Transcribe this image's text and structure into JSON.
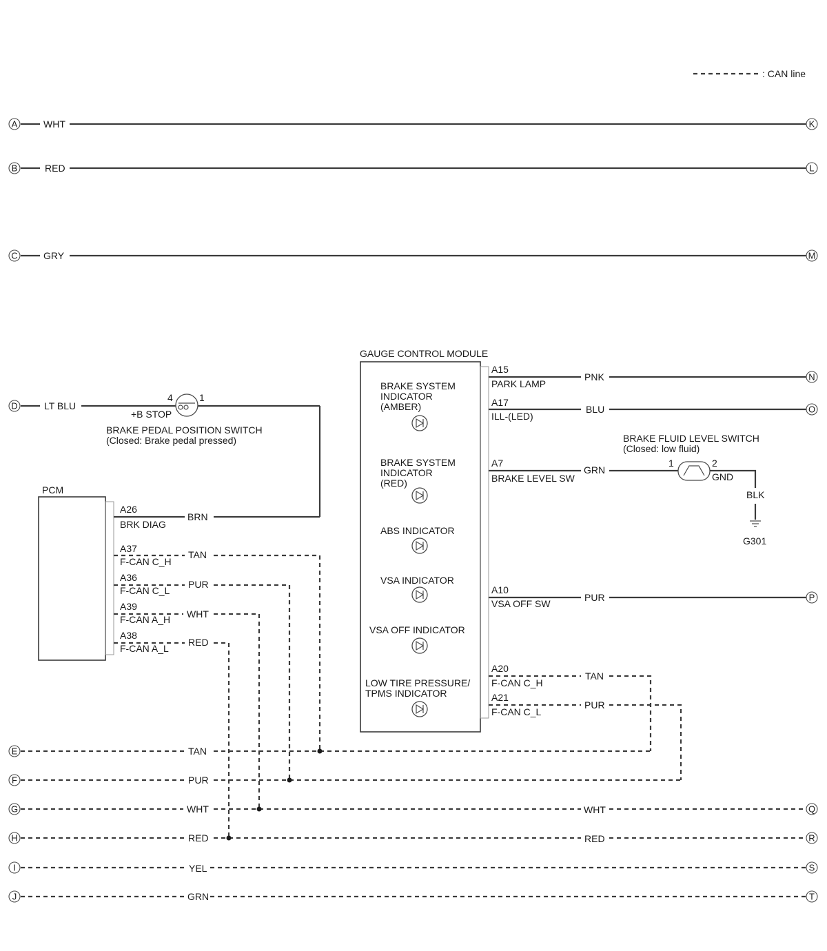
{
  "legend": {
    "label": ": CAN line"
  },
  "terminals": {
    "A": "A",
    "B": "B",
    "C": "C",
    "D": "D",
    "E": "E",
    "F": "F",
    "G": "G",
    "H": "H",
    "I": "I",
    "J": "J",
    "K": "K",
    "L": "L",
    "M": "M",
    "N": "N",
    "O": "O",
    "P": "P",
    "Q": "Q",
    "R": "R",
    "S": "S",
    "T": "T"
  },
  "wires": {
    "a": "WHT",
    "b": "RED",
    "c": "GRY",
    "d": "LT BLU",
    "pcm_a26": "BRN",
    "pcm_a37": "TAN",
    "pcm_a36": "PUR",
    "pcm_a39": "WHT",
    "pcm_a38": "RED",
    "e": "TAN",
    "f": "PUR",
    "g": "WHT",
    "h": "RED",
    "i": "YEL",
    "j": "GRN",
    "q": "WHT",
    "r": "RED",
    "n": "PNK",
    "o": "BLU",
    "brake_level": "GRN",
    "gnd": "BLK",
    "p": "PUR",
    "gcm_a20": "TAN",
    "gcm_a21": "PUR"
  },
  "brake_pedal_switch": {
    "pin4": "4",
    "pin1": "1",
    "pin_label": "+B STOP",
    "title": "BRAKE PEDAL POSITION SWITCH",
    "note": "(Closed: Brake pedal pressed)"
  },
  "pcm": {
    "title": "PCM",
    "pins": [
      {
        "id": "A26",
        "name": "BRK DIAG"
      },
      {
        "id": "A37",
        "name": "F-CAN C_H"
      },
      {
        "id": "A36",
        "name": "F-CAN C_L"
      },
      {
        "id": "A39",
        "name": "F-CAN A_H"
      },
      {
        "id": "A38",
        "name": "F-CAN A_L"
      }
    ]
  },
  "gcm": {
    "title": "GAUGE CONTROL MODULE",
    "indicators": [
      {
        "line1": "BRAKE SYSTEM",
        "line2": "INDICATOR",
        "line3": "(AMBER)"
      },
      {
        "line1": "BRAKE SYSTEM",
        "line2": "INDICATOR",
        "line3": "(RED)"
      },
      {
        "line1": "ABS INDICATOR"
      },
      {
        "line1": "VSA INDICATOR"
      },
      {
        "line1": "VSA OFF INDICATOR"
      },
      {
        "line1": "LOW TIRE PRESSURE/",
        "line2": "TPMS INDICATOR"
      }
    ],
    "pins": [
      {
        "id": "A15",
        "name": "PARK LAMP"
      },
      {
        "id": "A17",
        "name": "ILL-(LED)"
      },
      {
        "id": "A7",
        "name": "BRAKE LEVEL SW"
      },
      {
        "id": "A10",
        "name": "VSA OFF SW"
      },
      {
        "id": "A20",
        "name": "F-CAN C_H"
      },
      {
        "id": "A21",
        "name": "F-CAN C_L"
      }
    ]
  },
  "brake_fluid_switch": {
    "title": "BRAKE FLUID LEVEL SWITCH",
    "note": "(Closed: low fluid)",
    "pin1": "1",
    "pin2": "2",
    "pin2_name": "GND"
  },
  "ground": {
    "label": "G301"
  }
}
